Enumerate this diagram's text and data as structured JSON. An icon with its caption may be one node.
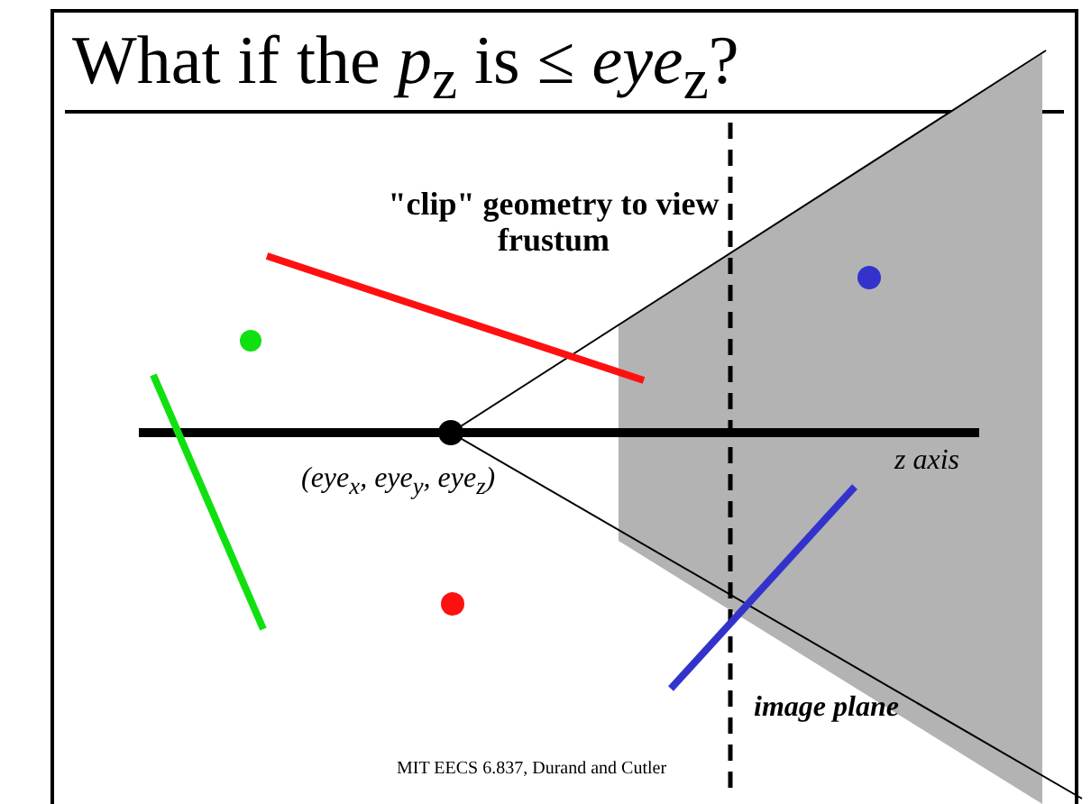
{
  "diagram": {
    "title": "What if the *p*$_{z}$ is ≤ *eye*$_{z}$?",
    "labels": [
      "\"clip\" geometry to view frustum",
      "(eye$_{x}$, eye$_{y}$, eye$_{z}$)",
      "z axis",
      "image plane",
      "MIT EECS 6.837, Durand and Cutler"
    ]
  }
}
